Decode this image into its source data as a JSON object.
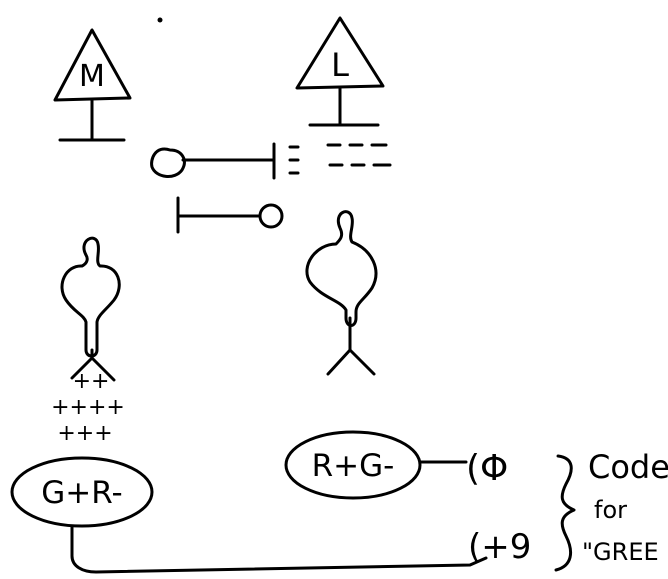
{
  "cones": {
    "m_label": "M",
    "l_label": "L"
  },
  "ganglion": {
    "left_label": "G+R-",
    "right_label": "R+G-"
  },
  "outputs": {
    "top": "(Φ",
    "bottom": "(+9"
  },
  "annotation": {
    "line1": "Code",
    "line2": "for",
    "line3": "\"GREE"
  },
  "plus_rows": [
    "++",
    "++++",
    "+++"
  ],
  "colors": {
    "ink": "#000000",
    "background": "#ffffff"
  }
}
